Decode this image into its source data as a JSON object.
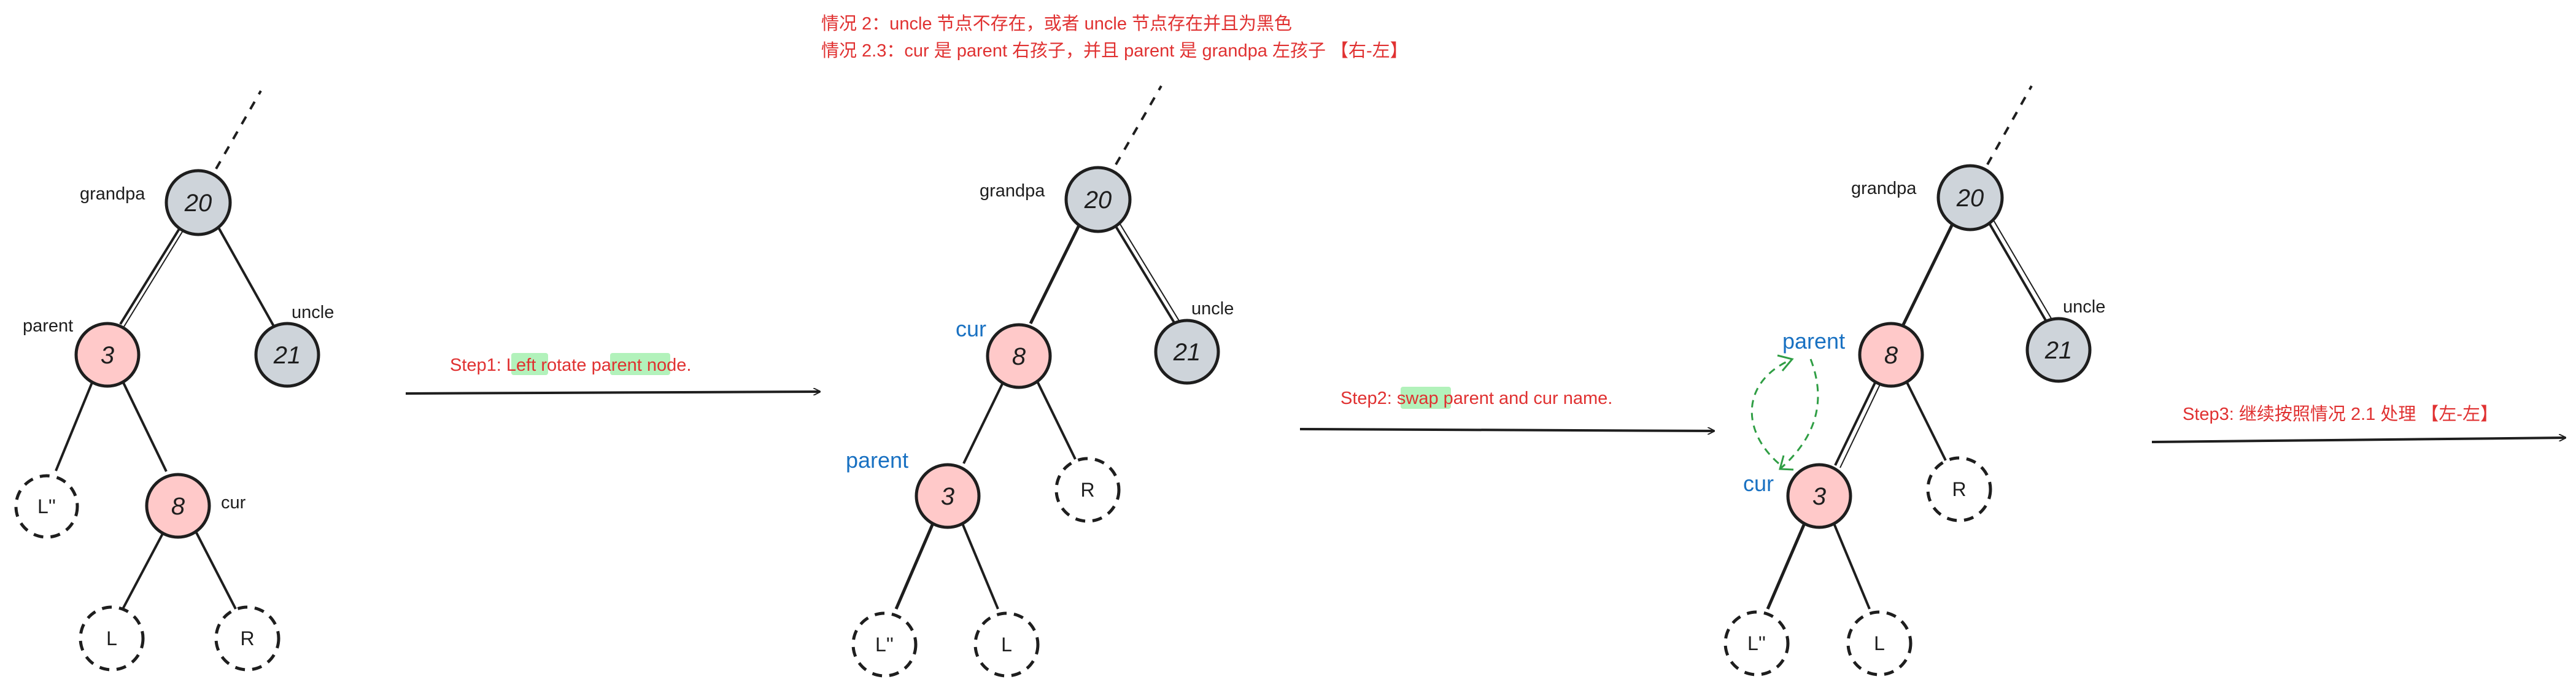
{
  "header": {
    "line1": "情况 2：uncle 节点不存在，或者 uncle 节点存在并且为黑色",
    "line2": "情况 2.3：cur 是 parent 右孩子，并且 parent 是 grandpa 左孩子 【右-左】"
  },
  "colors": {
    "red_node": "#ffc9c9",
    "gray_node": "#ced4da",
    "outline": "#1e1e1e",
    "red_text": "#e03131",
    "blue_label": "#1971c2",
    "highlight": "#b2f2bb",
    "swap_arrow": "#2f9e44"
  },
  "steps": [
    {
      "prefix": "Step1: ",
      "hl1": "Left",
      "mid": " rotate ",
      "hl2": "parent",
      "suffix": " node."
    },
    {
      "prefix": "Step2: ",
      "hl1": "swap",
      "suffix": " parent and cur name."
    },
    {
      "text": "Step3: 继续按照情况 2.1 处理 【左-左】"
    }
  ],
  "trees": [
    {
      "nodes": {
        "grandpa": {
          "value": "20",
          "color": "gray"
        },
        "uncle": {
          "value": "21",
          "color": "gray"
        },
        "parent": {
          "value": "3",
          "color": "red"
        },
        "cur": {
          "value": "8",
          "color": "red"
        },
        "nil_l2": {
          "value": "L''",
          "color": "nil"
        },
        "nil_l": {
          "value": "L",
          "color": "nil"
        },
        "nil_r": {
          "value": "R",
          "color": "nil"
        }
      },
      "labels": {
        "grandpa": "grandpa",
        "uncle": "uncle",
        "parent": "parent",
        "cur": "cur"
      }
    },
    {
      "nodes": {
        "grandpa": {
          "value": "20",
          "color": "gray"
        },
        "uncle": {
          "value": "21",
          "color": "gray"
        },
        "cur": {
          "value": "8",
          "color": "red"
        },
        "parent": {
          "value": "3",
          "color": "red"
        },
        "nil_r": {
          "value": "R",
          "color": "nil"
        },
        "nil_l2": {
          "value": "L''",
          "color": "nil"
        },
        "nil_l": {
          "value": "L",
          "color": "nil"
        }
      },
      "labels": {
        "grandpa": "grandpa",
        "uncle": "uncle",
        "cur": "cur",
        "parent": "parent"
      }
    },
    {
      "nodes": {
        "grandpa": {
          "value": "20",
          "color": "gray"
        },
        "uncle": {
          "value": "21",
          "color": "gray"
        },
        "parent": {
          "value": "8",
          "color": "red"
        },
        "cur": {
          "value": "3",
          "color": "red"
        },
        "nil_r": {
          "value": "R",
          "color": "nil"
        },
        "nil_l2": {
          "value": "L''",
          "color": "nil"
        },
        "nil_l": {
          "value": "L",
          "color": "nil"
        }
      },
      "labels": {
        "grandpa": "grandpa",
        "uncle": "uncle",
        "parent": "parent",
        "cur": "cur"
      }
    }
  ]
}
